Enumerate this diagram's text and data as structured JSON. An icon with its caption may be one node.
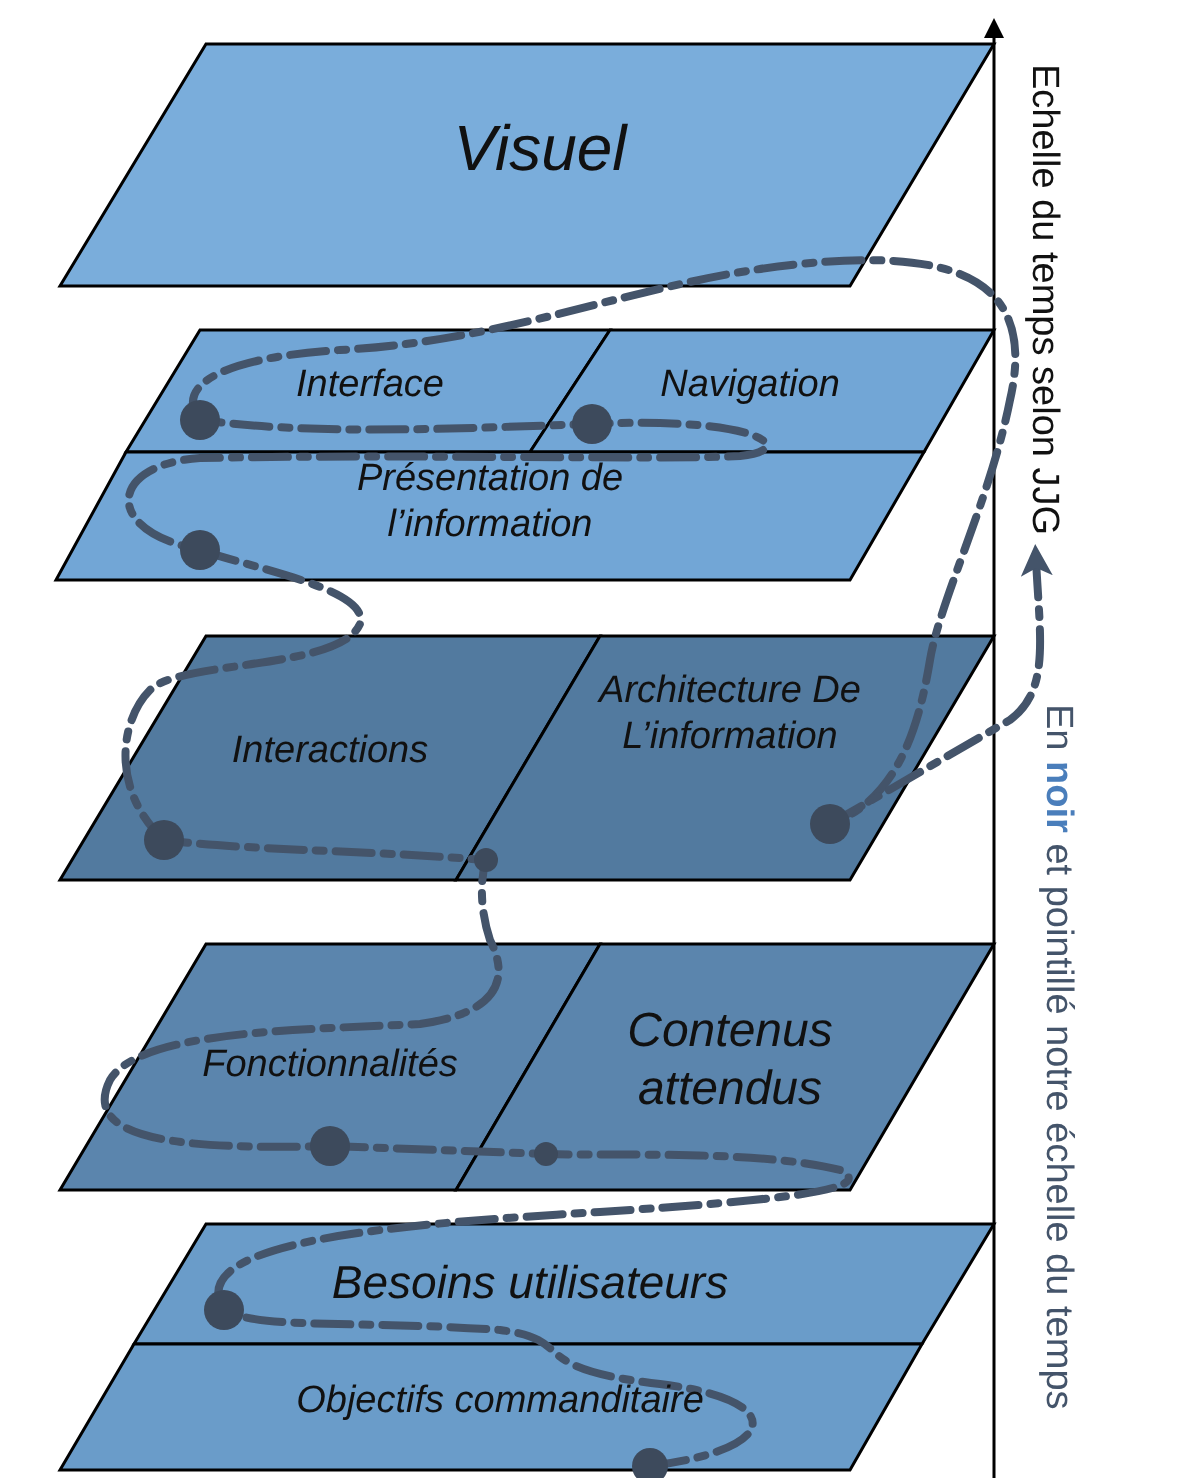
{
  "diagram": {
    "nodes": [
      {
        "text": [
          "Visuel"
        ]
      },
      {
        "text": [
          "Interface"
        ]
      },
      {
        "text": [
          "Navigation"
        ]
      },
      {
        "text": [
          "Présentation de l’information"
        ]
      },
      {
        "text": [
          "Interactions"
        ]
      },
      {
        "text": [
          "Architecture De L’information"
        ]
      },
      {
        "text": [
          "Fonctionnalités"
        ]
      },
      {
        "text": [
          "Contenus attendus"
        ]
      },
      {
        "text": [
          "Besoins utilisateurs"
        ]
      },
      {
        "text": [
          "Objectifs commanditaire"
        ]
      }
    ],
    "labels": [
      "Echelle du temps selon JJG",
      "En **noir** et pointillé notre échelle du temps"
    ]
  }
}
